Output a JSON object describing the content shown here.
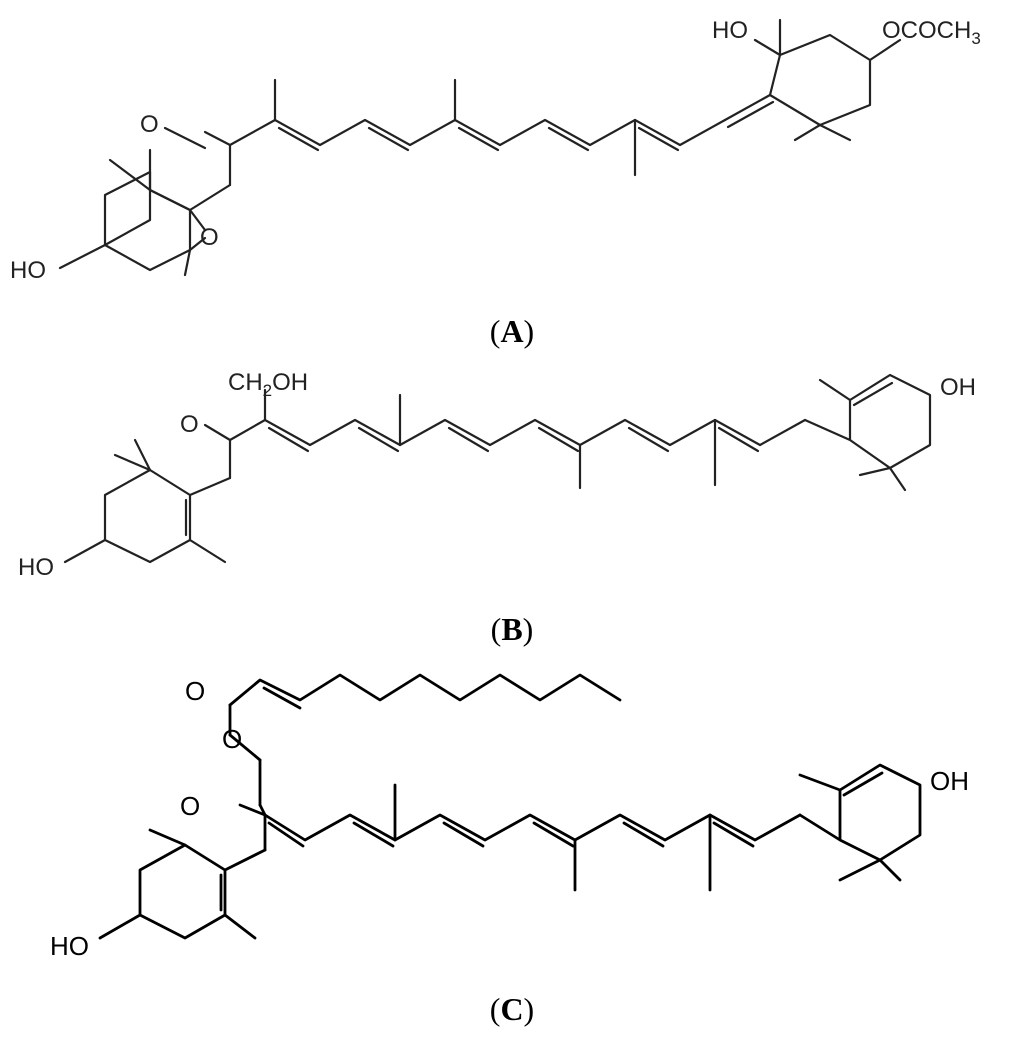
{
  "panels": [
    {
      "id": "A",
      "label_open": "(",
      "label_letter": "A",
      "label_close": ")",
      "atoms": {
        "ho_left": "HO",
        "ketone_o": "O",
        "epoxide_o": "O",
        "ho_right": "HO",
        "acetate": "OCOCH",
        "acetate_sub": "3"
      }
    },
    {
      "id": "B",
      "label_open": "(",
      "label_letter": "B",
      "label_close": ")",
      "atoms": {
        "ho_left": "HO",
        "ketone_o": "O",
        "ch2oh_main": "CH",
        "ch2oh_sub": "2",
        "ch2oh_end": "OH",
        "oh_right": "OH"
      }
    },
    {
      "id": "C",
      "label_open": "(",
      "label_letter": "C",
      "label_close": ")",
      "atoms": {
        "ho_left": "HO",
        "ketone_o": "O",
        "ester_o_carbonyl": "O",
        "ester_o_link": "O",
        "oh_right": "OH"
      }
    }
  ]
}
